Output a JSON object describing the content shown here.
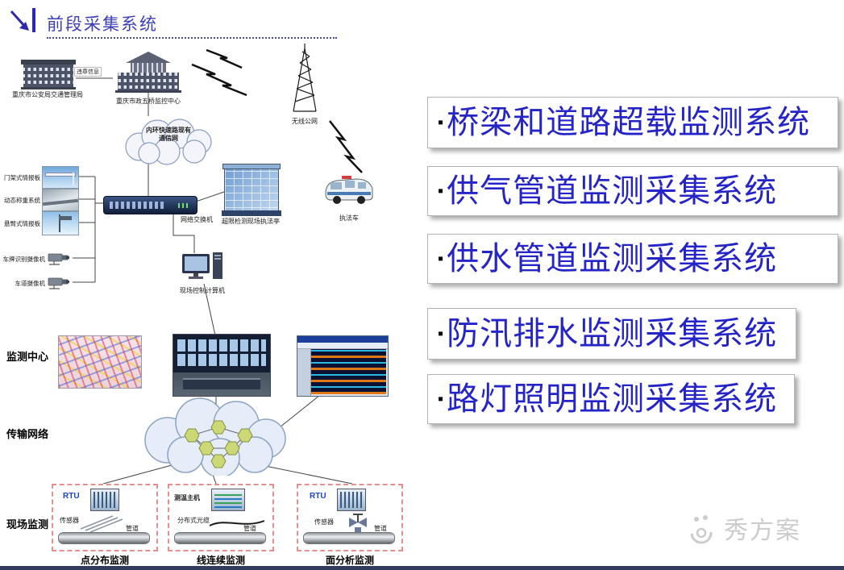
{
  "header": {
    "title": "前段采集系统"
  },
  "diagram": {
    "top": {
      "left_building": "重庆市公安局交通管理局",
      "info_tag": "违章信息",
      "center_building": "重庆市政五桥监控中心",
      "tower": "无线公网",
      "cloud_line1": "内环快速路现有",
      "cloud_line2": "通信网"
    },
    "switch_label": "网络交换机",
    "devices": [
      "门架式情报板",
      "动态称重系统",
      "悬臂式情报板",
      "车牌识别摄像机",
      "车道摄像机"
    ],
    "booth": "超限检测现场执法亭",
    "van": "执法车",
    "computer": "现场控制计算机",
    "sections": {
      "monitor": "监测中心",
      "network": "传输网络",
      "field": "现场监测"
    },
    "field_boxes": [
      {
        "device": "RTU",
        "sensor": "传感器",
        "pipe": "管道",
        "caption": "点分布监测"
      },
      {
        "device": "测温主机",
        "sensor": "分布式光缆",
        "pipe": "管道",
        "caption": "线连续监测"
      },
      {
        "device": "RTU",
        "sensor": "传感器",
        "pipe": "管道",
        "caption": "面分析监测"
      }
    ]
  },
  "list": {
    "bullet": "▪",
    "items": [
      "桥梁和道路超载监测系统",
      "供气管道监测采集系统",
      "供水管道监测采集系统",
      "防汛排水监测采集系统",
      "路灯照明监测采集系统"
    ]
  },
  "watermark": "秀方案",
  "colors": {
    "title": "#3d3db5",
    "list_text": "#2424c8",
    "dashed_box": "#e49090",
    "bottom_bar": "#313c5c"
  }
}
